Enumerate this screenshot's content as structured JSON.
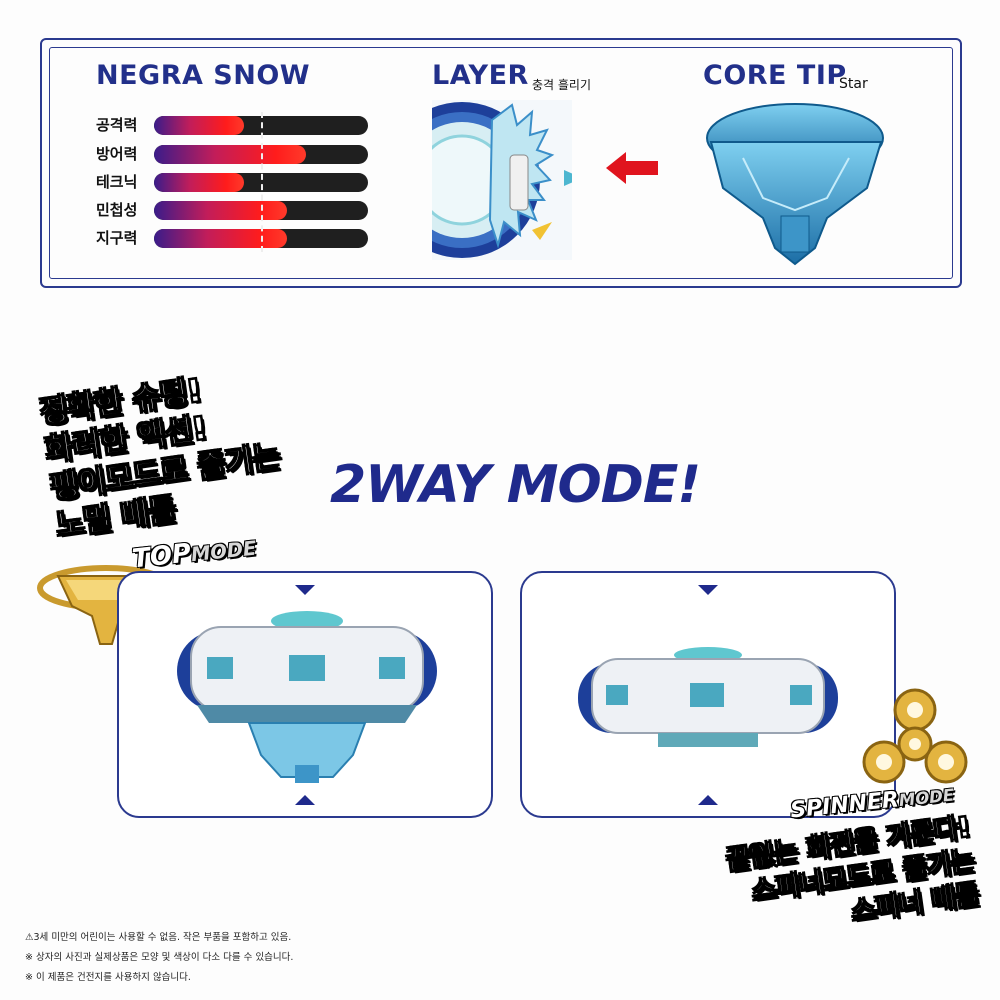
{
  "info_panel": {
    "name_title": "NEGRA SNOW",
    "layer_title": "LAYER",
    "layer_sub": "충격 흘리기",
    "core_title": "CORE TIP",
    "core_sub": "Star",
    "stats": [
      {
        "label": "공격력",
        "value": 0.42
      },
      {
        "label": "방어력",
        "value": 0.71
      },
      {
        "label": "테크닉",
        "value": 0.42
      },
      {
        "label": "민첩성",
        "value": 0.62
      },
      {
        "label": "지구력",
        "value": 0.62
      }
    ],
    "colors": {
      "frame": "#2b3a8f",
      "heading": "#22308a",
      "arrow": "#e0141e"
    }
  },
  "mode_title": "2WAY MODE!",
  "top_slogan": [
    "정확한 슈팅!",
    "화려한 액션!",
    "팽이모드로 즐기는",
    "노멀 배틀"
  ],
  "top_mode": {
    "main": "TOP",
    "small": "MODE",
    "icon": "spinning-top-gold-icon"
  },
  "spinner_mode": {
    "main": "SPINNER",
    "small": "MODE",
    "icon": "fidget-spinner-gold-icon"
  },
  "spinner_slogan": [
    "끝없는 회전을 겨룬다!",
    "스피너모드로 즐기는",
    "스피너 배틀"
  ],
  "notes": [
    "⚠3세 미만의 어린이는 사용할 수 없음. 작은 부품을 포함하고 있음.",
    "※ 상자의 사진과 실제상품은 모양 및 색상이 다소 다를 수 있습니다.",
    "※ 이 제품은 건전지를 사용하지 않습니다."
  ]
}
